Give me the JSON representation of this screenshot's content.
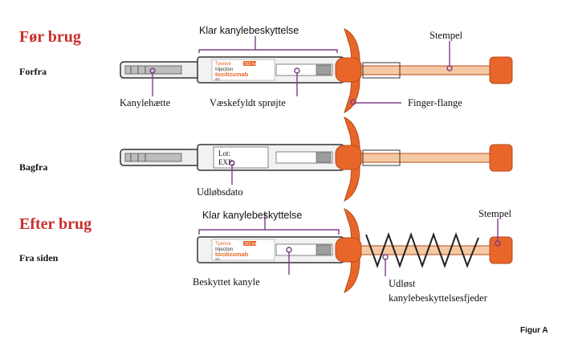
{
  "colors": {
    "heading": "#c9302c",
    "orange": "#e8662a",
    "orange_dark": "#b84a18",
    "plunger_light": "#f6c9a4",
    "pointer": "#7d3f8c",
    "outline": "#333333",
    "body_grey": "#f2f2f2"
  },
  "sections": {
    "before": "Før brug",
    "after": "Efter brug"
  },
  "views": {
    "front": "Forfra",
    "back": "Bagfra",
    "side": "Fra siden"
  },
  "callouts": {
    "guard_top": "Klar kanylebeskyttelse",
    "plunger_top": "Stempel",
    "cap": "Kanylehætte",
    "syringe": "Væskefyldt sprøjte",
    "flange": "Finger-flange",
    "expiry": "Udløbsdato",
    "guard_bottom": "Klar kanylebeskyttelse",
    "plunger_bottom": "Stempel",
    "protected_needle": "Beskyttet kanyle",
    "springs_line1": "Udløst",
    "springs_line2": "kanylebeskyttelsesfjeder"
  },
  "product_label": {
    "brand": "Tyenne",
    "dose": "162 mg",
    "form": "Injection",
    "drug": "tocilizumab",
    "route": "SC"
  },
  "lot_label": {
    "lot": "Lot:",
    "exp": "EXP:"
  },
  "figure_label": "Figur A"
}
